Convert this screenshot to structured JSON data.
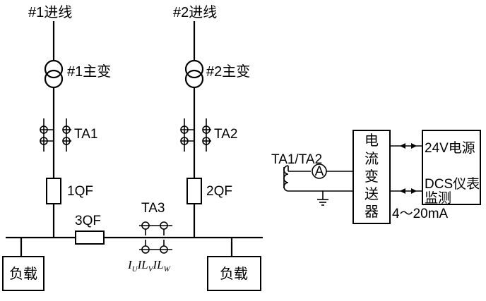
{
  "diagram": {
    "incoming_1": "#1进线",
    "incoming_2": "#2进线",
    "transformer_1": "#1主变",
    "transformer_2": "#2主变",
    "ct_1": "TA1",
    "ct_2": "TA2",
    "ct_3": "TA3",
    "breaker_1": "1QF",
    "breaker_2": "2QF",
    "breaker_3": "3QF",
    "currents": {
      "iu": "I",
      "iu_sub": "U",
      "iv": "IL",
      "iv_sub": "V",
      "iw": "IL",
      "iw_sub": "W"
    },
    "load_left": "负载",
    "load_right": "负载",
    "ct_input": "TA1/TA2",
    "ammeter": "A",
    "transmitter": [
      "电",
      "流",
      "变",
      "送",
      "器"
    ],
    "power_supply": "24V电源",
    "dcs_line1": "DCS仪表",
    "dcs_line2": "监测",
    "output_signal": "4～20mA"
  }
}
